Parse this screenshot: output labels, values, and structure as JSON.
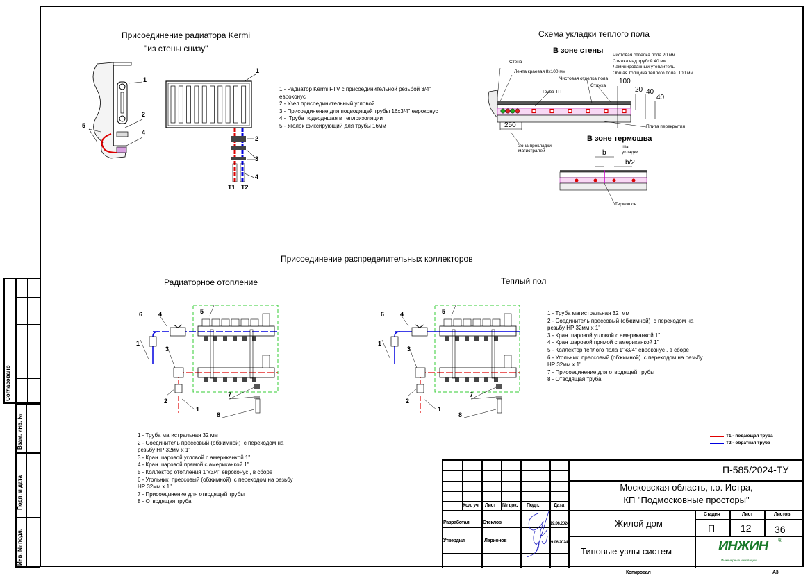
{
  "radiator": {
    "title_line1": "Присоединение радиатора Kermi",
    "title_line2": "\"из стены снизу\"",
    "legend": "1 - Радиатор Kermi FTV с присоединительной резьбой 3/4\"\nевроконус\n2 - Узел присоединительный угловой\n3 - Присоединение для подводящей трубы 16x3/4\" евроконус\n4 -  Труба подводящая в теплоизоляции\n5 - Уголок фиксирующий для трубы 16мм",
    "marks": {
      "n1": "1",
      "n2": "2",
      "n3": "3",
      "n4": "4",
      "n5": "5",
      "t1": "Т1",
      "t2": "Т2"
    }
  },
  "floor": {
    "title": "Схема укладки теплого пола",
    "wall_zone": "В зоне стены",
    "thermo_zone": "В зоне термошва",
    "notes": "Чистовая отделка пола 20 мм\nСтяжка над трубой 40 мм\nЛаминированный утеплитель\nОбщая толщина теплого пола  100 мм",
    "labels": {
      "wall": "Стена",
      "edge_tape": "Лента краевая 8х100 мм",
      "finish": "Чистовая отделка пола",
      "screed": "Стяжка",
      "pipe": "Труба ТП",
      "slab": "Плита перекрытия",
      "main_zone": "Зона прокладки\nмагистралей",
      "step": "Шаг\nукладки",
      "thermo_joint": "Термошов"
    },
    "dims": {
      "d100": "100",
      "d20": "20",
      "d40a": "40",
      "d40b": "40",
      "d250": "250",
      "b": "b",
      "b2": "b/2"
    }
  },
  "collectors": {
    "title": "Присоединение распределительных коллекторов",
    "radiator_heating": {
      "title": "Радиаторное отопление",
      "legend": "1 - Труба магистральная 32 мм\n2 - Соединитель прессовый (обжимной)  с переходом на\nрезьбу НР 32мм х 1\"\n3 - Кран шаровой угловой с американкой 1\"\n4 - Кран шаровой прямой с американкой 1\"\n5 - Коллектор отопления 1\"х3/4\" евроконус , в сборе\n6 - Угольник  прессовый (обжимной)  с переходом на резьбу\nНР 32мм х 1\"\n7 - Присоединение для отводящей трубы\n8 - Отводящая труба"
    },
    "floor_heating": {
      "title": "Теплый пол",
      "legend": "1 - Труба магистральная 32  мм\n2 - Соединитель прессовый (обжимной)  с переходом на\nрезьбу НР 32мм х 1\"\n3 - Кран шаровой угловой с американкой 1\"\n4 - Кран шаровой прямой с американкой 1\"\n5 - Коллектор теплого пола 1\"х3/4\" евроконус , в сборе\n6 - Угольник  прессовый (обжимной)  с переходом на резьбу\nНР 32мм х 1\"\n7 - Присоединение для отводящей трубы\n8 - Отводящая труба"
    },
    "marks": [
      "1",
      "2",
      "3",
      "4",
      "5",
      "6",
      "7",
      "8"
    ]
  },
  "pipe_legend": {
    "t1": "Т1 - подающая труба",
    "t2": "Т2 - обратная труба",
    "t1_color": "#e00000",
    "t2_color": "#0000e0"
  },
  "stamp_left": {
    "agreed": "Согласовано",
    "replace_inv": "Взам. инв. №",
    "sign_date": "Подп. и дата",
    "inv_orig": "Инв. № подл."
  },
  "title_block": {
    "code": "П-585/2024-ТУ",
    "address_line1": "Московская область, г.о. Истра,",
    "address_line2": "КП \"Подмосковные просторы\"",
    "object": "Жилой дом",
    "sheet_title": "Типовые узлы систем",
    "headers": {
      "qty": "Кол. уч",
      "sheet": "Лист",
      "doc": "№ док.",
      "sign": "Подп.",
      "date": "Дата"
    },
    "stage_label": "Стадия",
    "sheet_label": "Лист",
    "sheets_label": "Листов",
    "stage": "П",
    "sheet": "12",
    "sheets": "36",
    "rows": [
      {
        "role": "Разработал",
        "name": "Стеклов",
        "date": "19.06.2024"
      },
      {
        "role": "Утвердил",
        "name": "Ларионов",
        "date": "19.06.2024"
      }
    ],
    "logo": "ИНЖИН",
    "logo_reg": "®",
    "logo_sub": "Инженерные инновации",
    "logo_color": "#1a7a2a",
    "copied": "Копировал",
    "format": "А3"
  }
}
